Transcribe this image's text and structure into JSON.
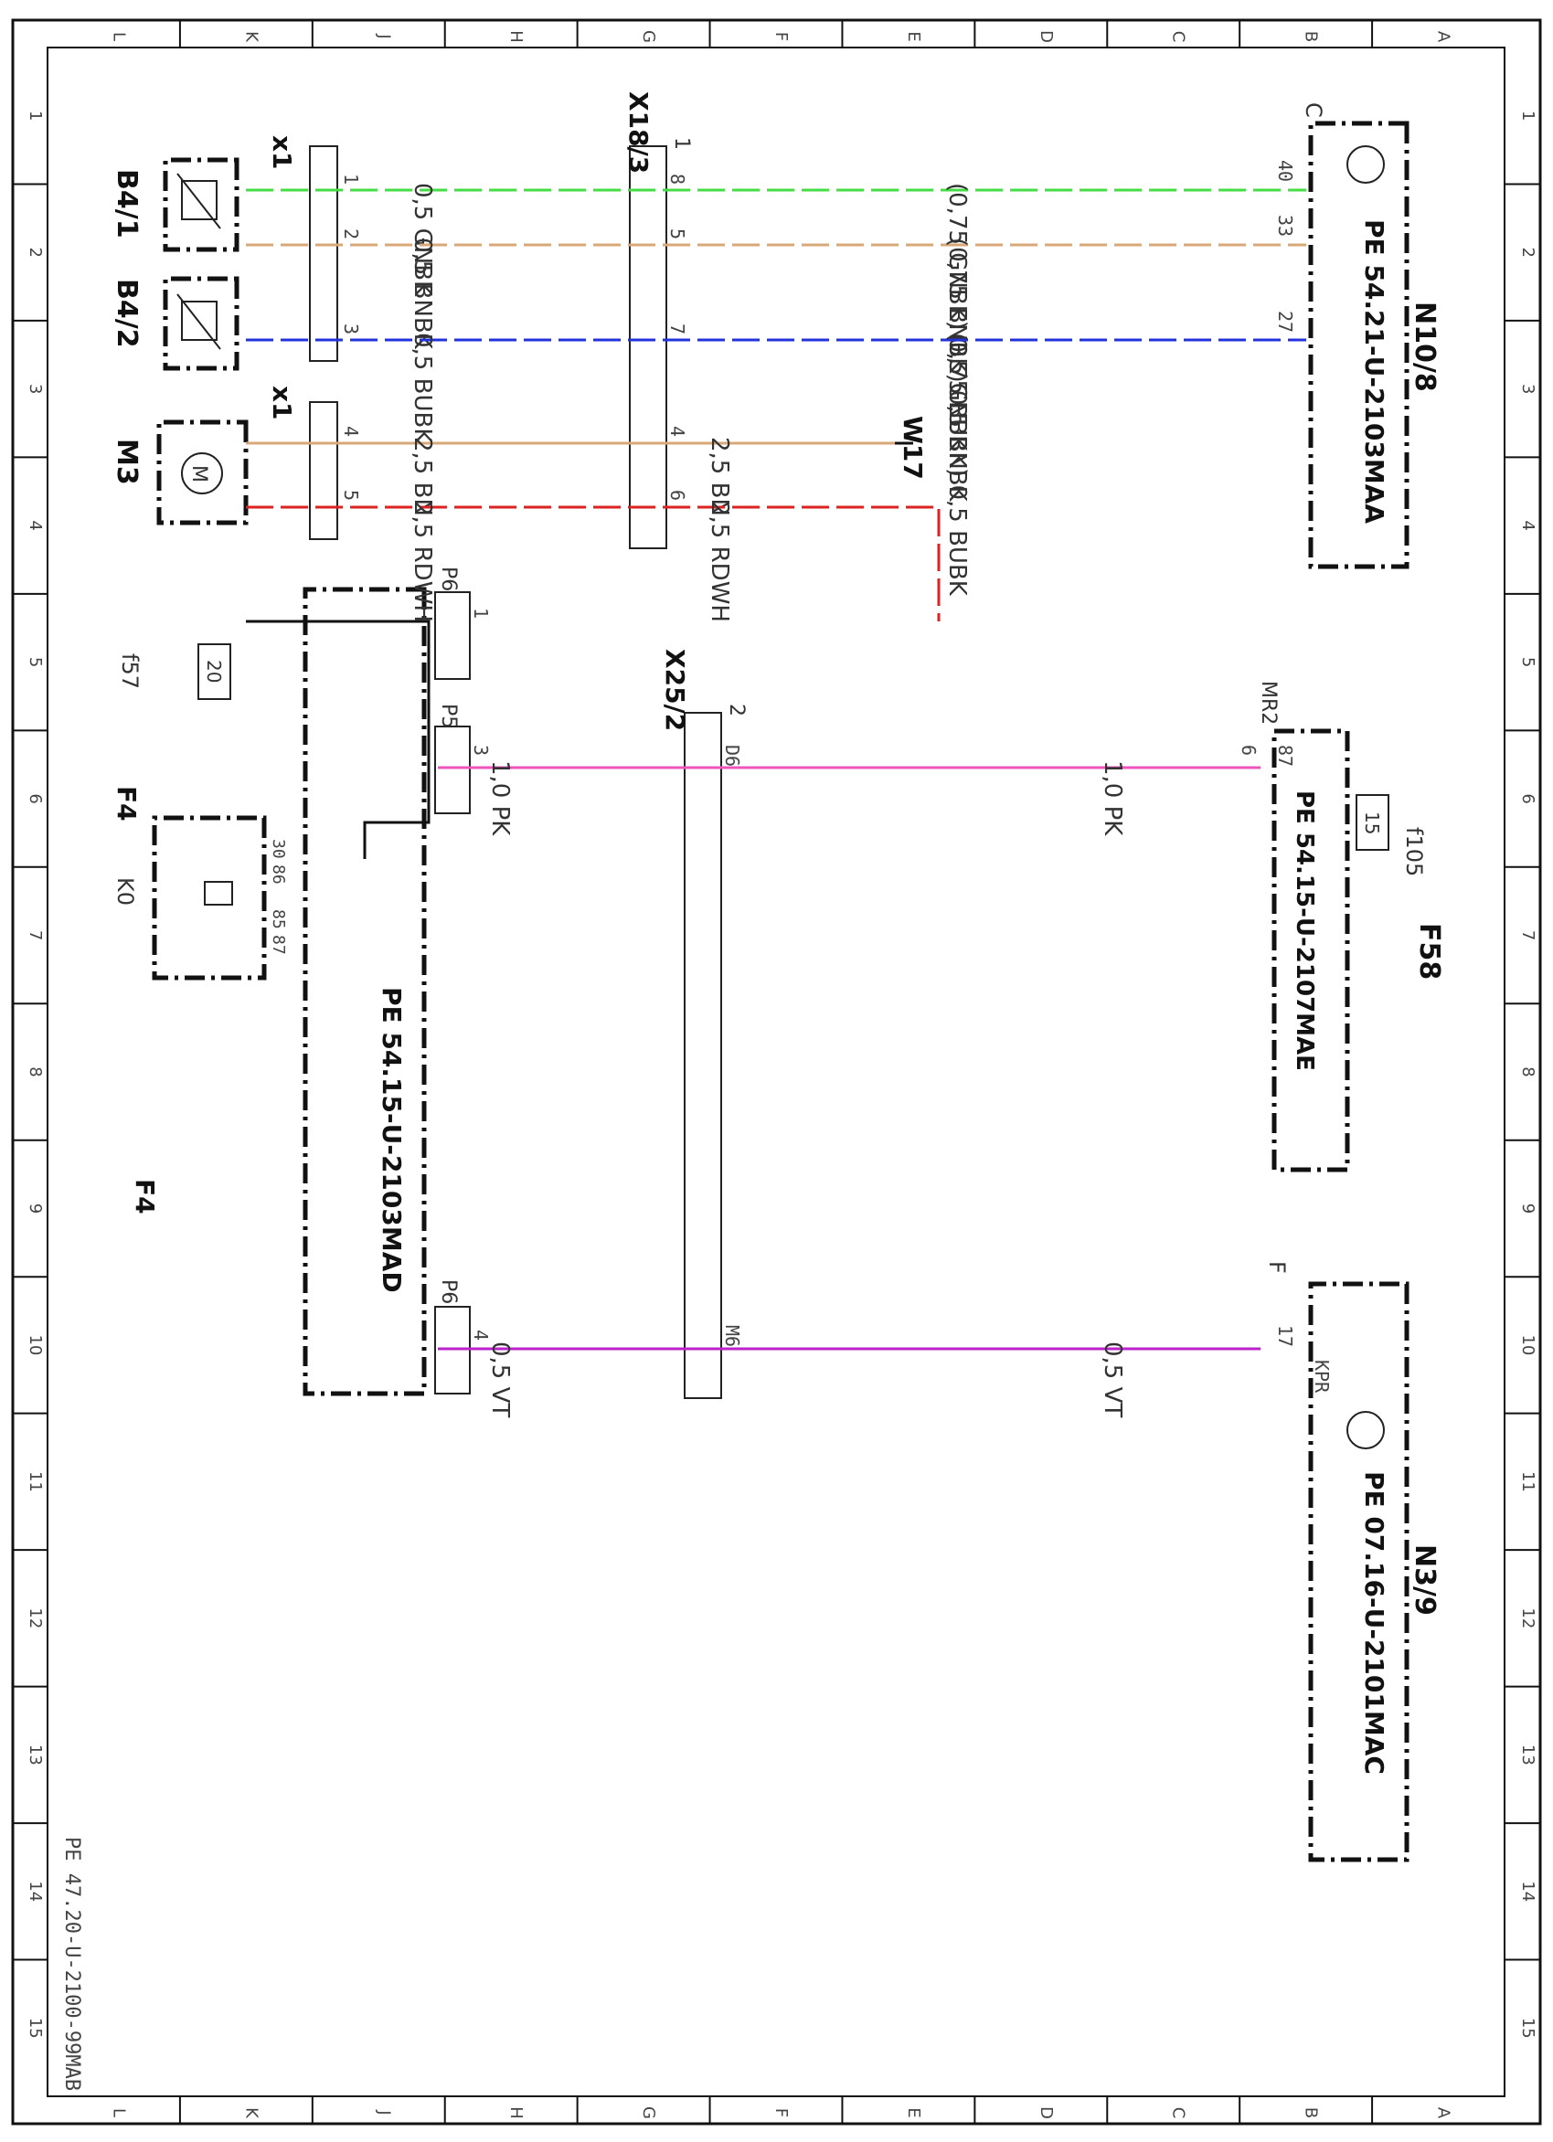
{
  "grid": {
    "row_labels": [
      "1",
      "2",
      "3",
      "4",
      "5",
      "6",
      "7",
      "8",
      "9",
      "10",
      "11",
      "12",
      "13",
      "14",
      "15"
    ],
    "col_labels": [
      "L",
      "K",
      "J",
      "H",
      "G",
      "F",
      "E",
      "D",
      "C",
      "B",
      "A"
    ]
  },
  "document_id": "PE 47.20-U-2100-99MAB",
  "components": {
    "b4_1": "B4/1",
    "b4_2": "B4/2",
    "m3": "M3",
    "m3_symbol": "M",
    "x1_a": "x1",
    "x1_b": "x1",
    "x18_3": "X18/3",
    "x18_3_pos": "1",
    "x25_2": "X25/2",
    "x25_2_pos": "2",
    "n10_8": "N10/8",
    "n10_8_ref": "PE 54.21-U-2103MAA",
    "n10_8_pos": "C",
    "n3_9": "N3/9",
    "n3_9_ref": "PE 07.16-U-2101MAC",
    "n3_9_pos": "F",
    "f58": "F58",
    "f58_ref": "PE 54.15-U-2107MAE",
    "f58_plug": "MR2",
    "f105": "f105",
    "f105_value": "15",
    "f4": "F4",
    "f4_bottom": "F4",
    "f4_ref": "PE 54.15-U-2103MAD",
    "f57": "f57",
    "f57_value": "20",
    "k0": "K0",
    "w17": "W17",
    "p6_top": "P6",
    "p5": "P5",
    "p6_bottom": "P6"
  },
  "pins": {
    "x1": [
      "1",
      "2",
      "3",
      "4",
      "5"
    ],
    "x18_3": [
      "8",
      "5",
      "7",
      "4",
      "6"
    ],
    "n10_8": [
      "40",
      "33",
      "27"
    ],
    "p6_top": "1",
    "p5": "3",
    "p6_bottom": "4",
    "x25_2": [
      "D6",
      "M6"
    ],
    "mr2": "6",
    "f58_87": "87",
    "n3_9": "17",
    "n3_9_kpr": "KPR",
    "k0": [
      "30",
      "86",
      "85",
      "87"
    ]
  },
  "wires": {
    "gnbk_left": "0,5 GNBK",
    "gnbk_right": "(0,75 GNBK) 0,5 GNBK",
    "bnbk_left": "0,5 BNBK",
    "bnbk_right": "(0,75 BNBK) 0,5 BNBK",
    "bubk_left": "0,5 BUBK",
    "bubk_right": "(0,75 BUBK) 0,5 BUBK",
    "bn_left": "2,5 BN",
    "bn_right": "2,5 BN",
    "rdwh_left": "2,5 RDWH",
    "rdwh_right": "2,5 RDWH",
    "pk_left": "1,0 PK",
    "pk_right": "1,0 PK",
    "vt_left": "0,5 VT",
    "vt_right": "0,5 VT"
  },
  "colors": {
    "green": "#44dd44",
    "brown": "#d8a878",
    "blue": "#2233dd",
    "red": "#dd2222",
    "pink": "#ee55bb",
    "violet": "#bb22cc",
    "black": "#111111"
  }
}
